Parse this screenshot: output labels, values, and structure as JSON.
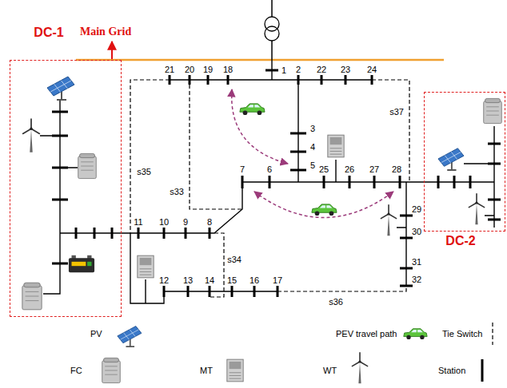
{
  "diagram": {
    "nodes": [
      {
        "text": [
          "DC-1"
        ]
      },
      {
        "text": [
          "DC-2"
        ]
      }
    ],
    "labels": [
      "Main Grid",
      "1",
      "2",
      "3",
      "4",
      "5",
      "6",
      "7",
      "8",
      "9",
      "10",
      "11",
      "12",
      "13",
      "14",
      "15",
      "16",
      "17",
      "18",
      "19",
      "20",
      "21",
      "22",
      "23",
      "24",
      "25",
      "26",
      "27",
      "28",
      "29",
      "30",
      "31",
      "32",
      "s33",
      "s34",
      "s35",
      "s36",
      "s37"
    ],
    "legend": [
      {
        "text": "PV"
      },
      {
        "text": "PEV travel path"
      },
      {
        "text": "Tie Switch"
      },
      {
        "text": "FC"
      },
      {
        "text": "MT"
      },
      {
        "text": "WT"
      },
      {
        "text": "Station"
      }
    ]
  }
}
